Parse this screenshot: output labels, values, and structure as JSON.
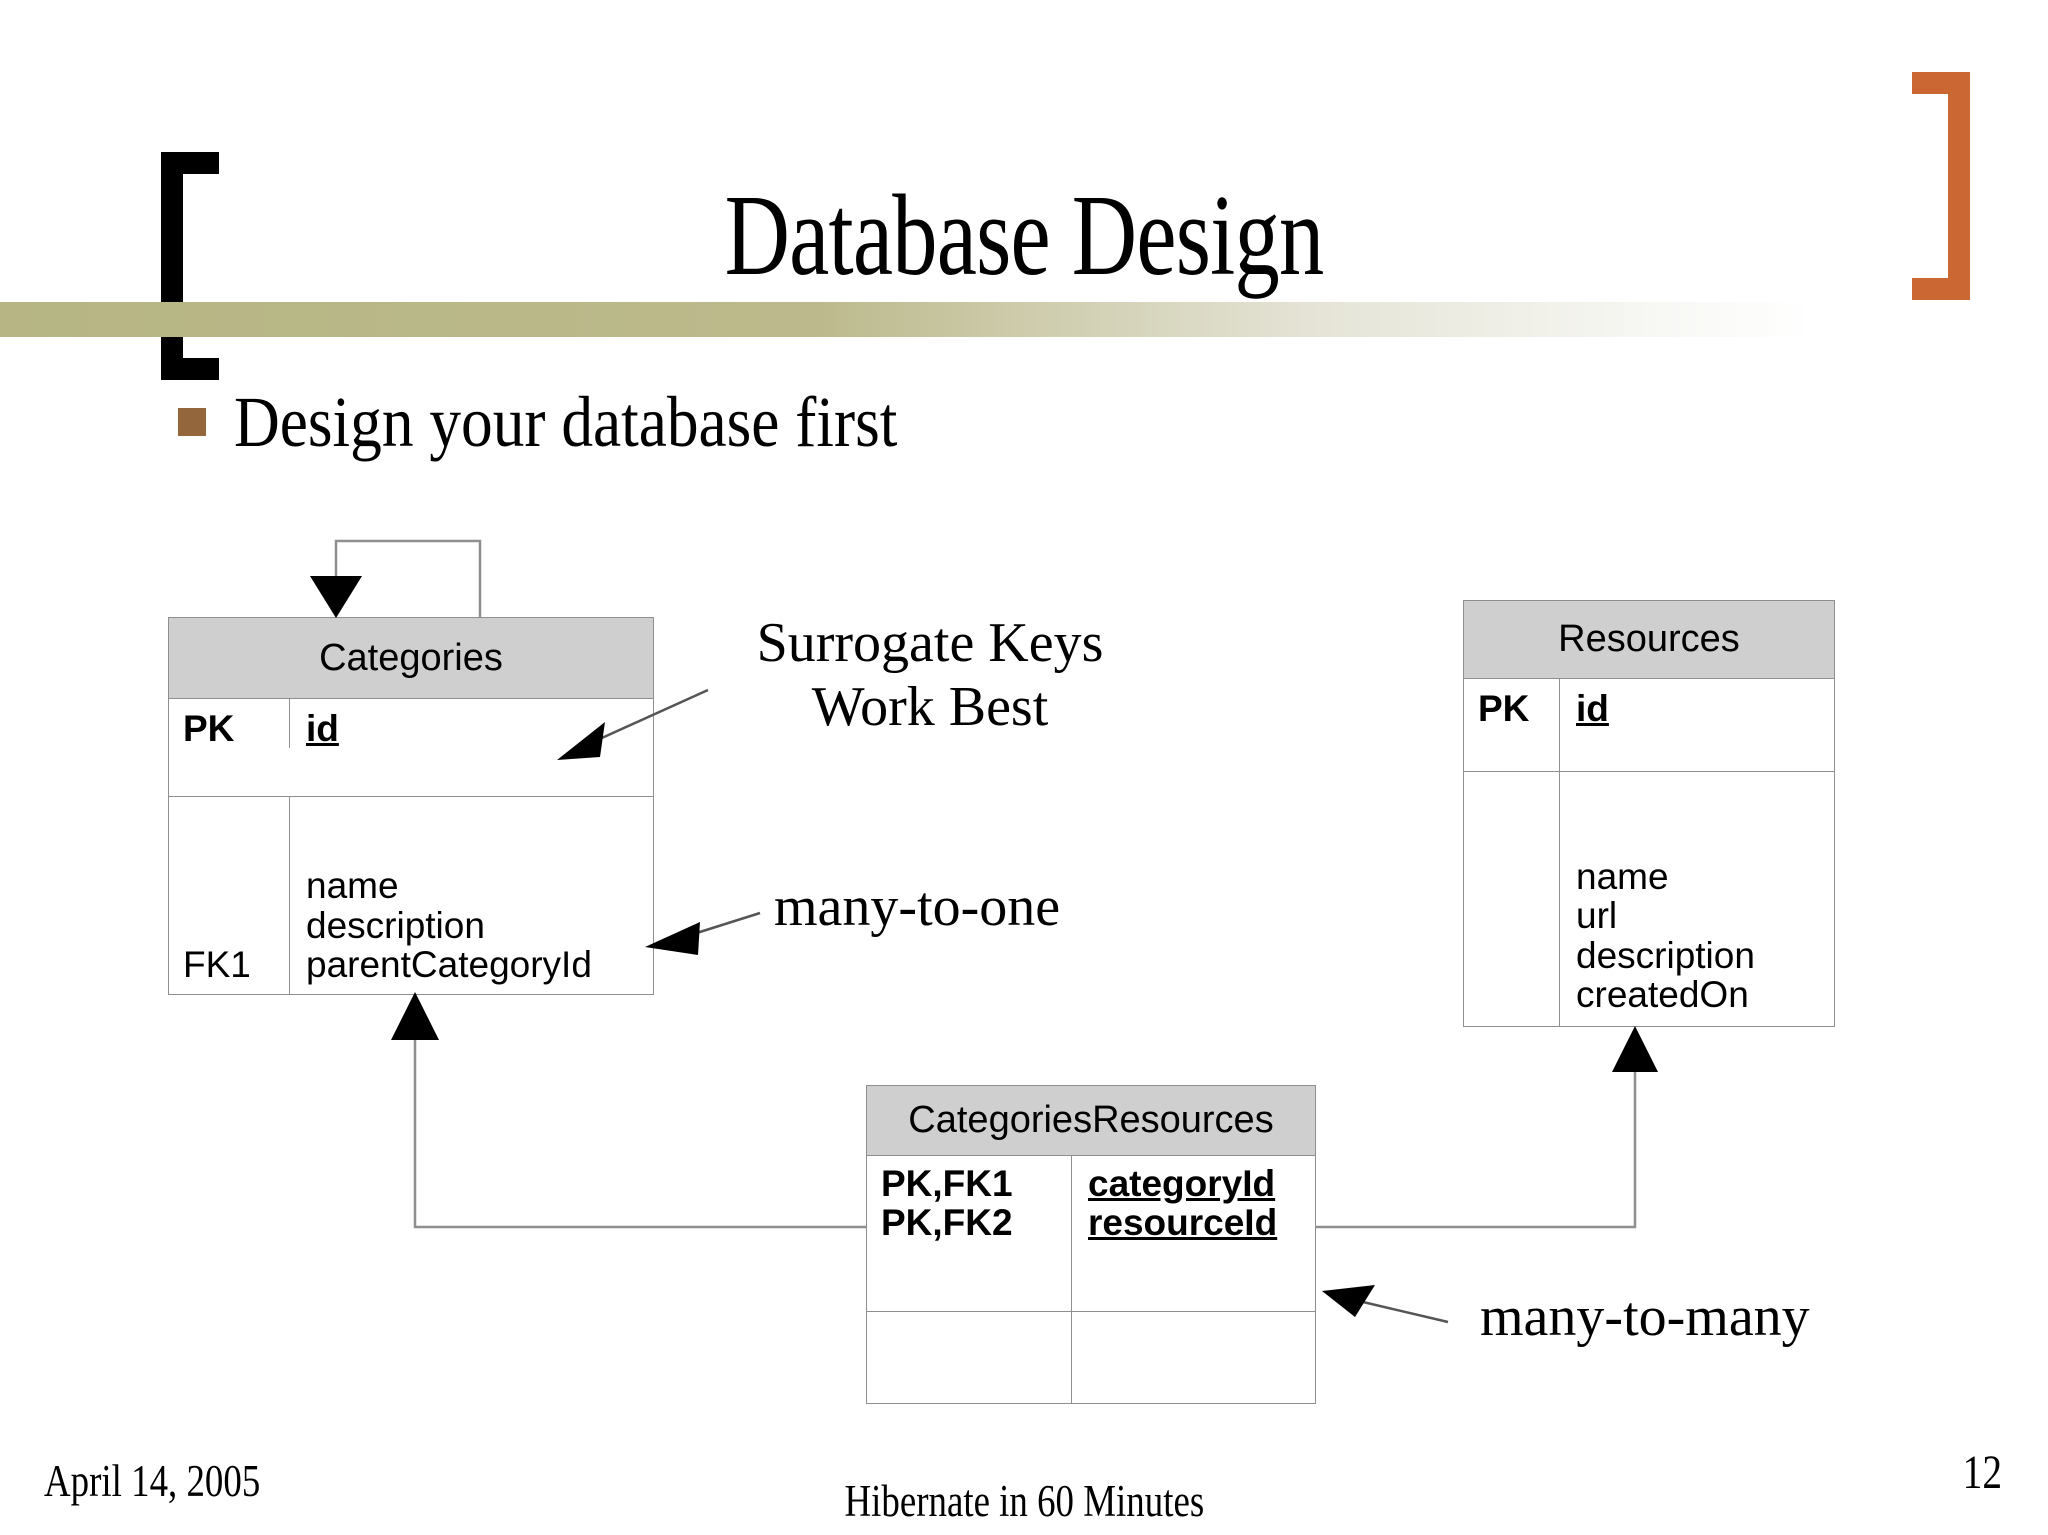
{
  "slide": {
    "title": "Database Design",
    "bullet": "Design your database first",
    "accent_olive": "#b6b583",
    "accent_orange": "#cb6733",
    "bullet_color": "#93673b",
    "table_header_fill": "#cfcfcf"
  },
  "tables": {
    "categories": {
      "name": "Categories",
      "pk_label": "PK",
      "pk_field": "id",
      "fk_label": "FK1",
      "fields": [
        "name",
        "description",
        "parentCategoryId"
      ]
    },
    "resources": {
      "name": "Resources",
      "pk_label": "PK",
      "pk_field": "id",
      "fk_label": "",
      "fields": [
        "name",
        "url",
        "description",
        "createdOn"
      ]
    },
    "categories_resources": {
      "name": "CategoriesResources",
      "key_labels": [
        "PK,FK1",
        "PK,FK2"
      ],
      "fields": [
        "categoryId",
        "resourceId"
      ]
    }
  },
  "annotations": {
    "surrogate_line1": "Surrogate Keys",
    "surrogate_line2": "Work Best",
    "many_to_one": "many-to-one",
    "many_to_many": "many-to-many"
  },
  "footer": {
    "date": "April 14, 2005",
    "center": "Hibernate in 60 Minutes",
    "page": "12"
  }
}
